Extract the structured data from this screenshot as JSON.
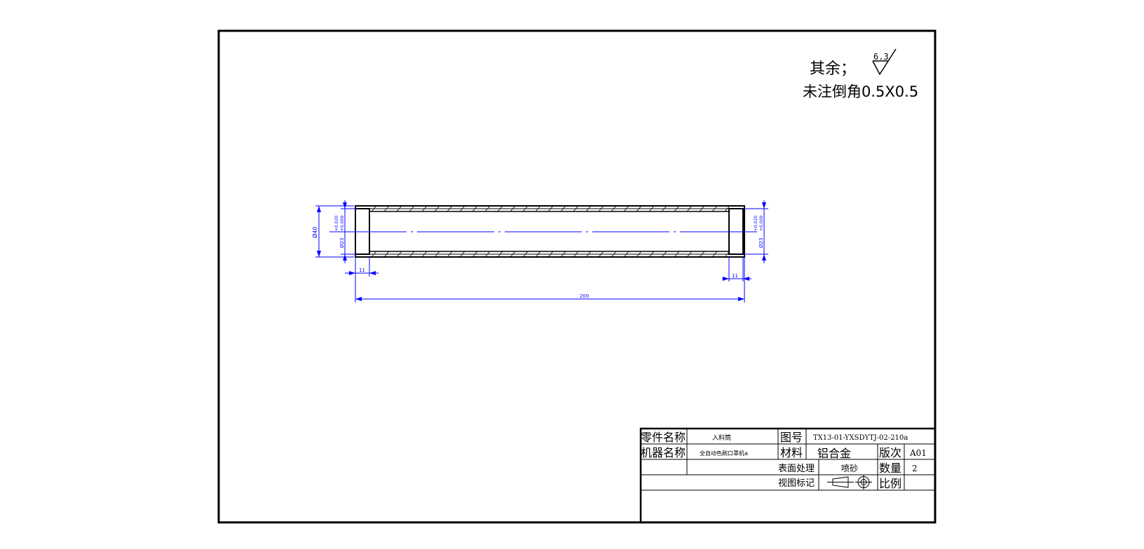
{
  "notes": {
    "roughness_prefix": "其余；",
    "roughness_value": "6.3",
    "chamfer_note": "未注倒角0.5X0.5"
  },
  "dimensions": {
    "outer_diameter": "Ø40",
    "inner_diameter": "Ø23",
    "tolerance_upper": "+0.020",
    "tolerance_lower": "+0.009",
    "right_inner_diameter": "Ø23",
    "right_tolerance_upper": "+0.020",
    "right_tolerance_lower": "+0.009",
    "left_step_length": "11",
    "right_step_length": "11",
    "overall_length": "200"
  },
  "title_block": {
    "part_name_label": "零件名称",
    "part_name_value": "入料筒",
    "drawing_no_label": "图号",
    "drawing_no_value": "TX13-01-YXSDYTJ-02-210a",
    "machine_name_label": "机器名称",
    "machine_name_value": "全自动色刷口罩机a",
    "material_label": "材料",
    "material_value": "铝合金",
    "version_label": "版次",
    "version_value": "A01",
    "surface_treatment_label": "表面处理",
    "surface_treatment_value": "喷砂",
    "quantity_label": "数量",
    "quantity_value": "2",
    "view_mark_label": "视图标记",
    "scale_label": "比例",
    "scale_value": ""
  },
  "colors": {
    "line": "#000000",
    "dimension": "#0000ff",
    "background": "#ffffff"
  }
}
